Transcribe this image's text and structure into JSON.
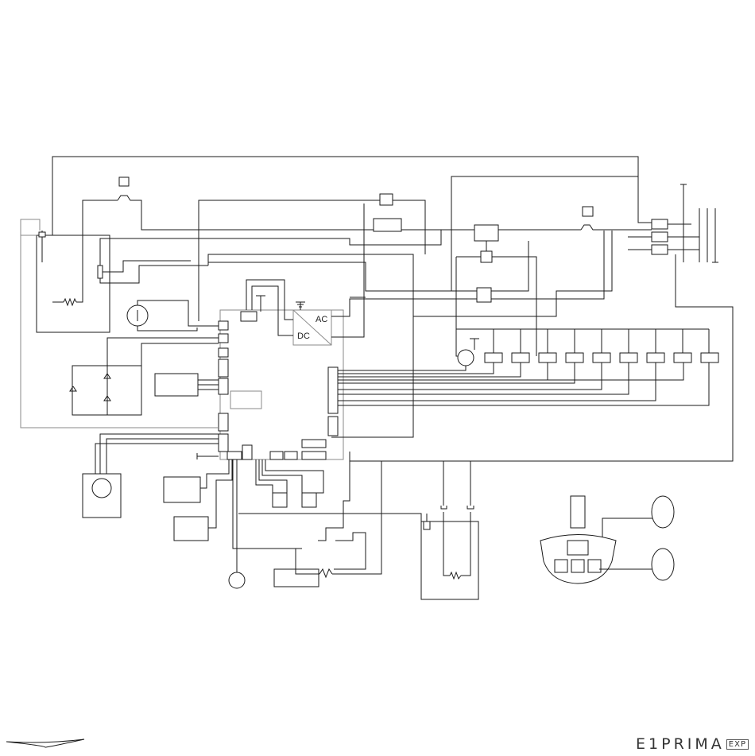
{
  "diagram": {
    "power_board": {
      "ac_label": "AC",
      "dc_label": "DC"
    },
    "brand": {
      "name": "E1PRIMA",
      "suffix": "EXP"
    },
    "icons": {
      "top_left_logo": "gaggia-wing-logo",
      "power_plug": "mains-plug-icon",
      "ground": "ground-icon",
      "motor": "motor-icon",
      "flowmeter": "flowmeter-icon",
      "control_panel": "control-panel-icon",
      "dispensing_head": "dispensing-head-icon"
    }
  }
}
